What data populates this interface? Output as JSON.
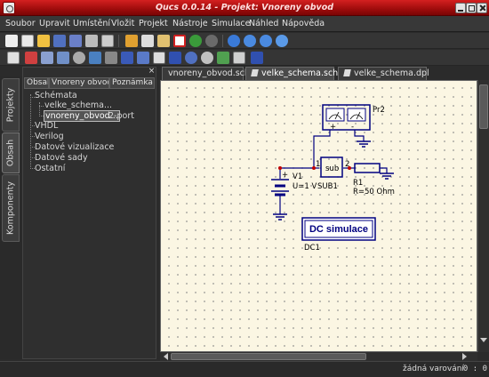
{
  "window": {
    "title": "Qucs 0.0.14 - Projekt: Vnoreny obvod"
  },
  "menu": [
    "Soubor",
    "Upravit",
    "Umístění",
    "Vložit",
    "Projekt",
    "Nástroje",
    "Simulace",
    "Náhled",
    "Nápověda"
  ],
  "toolbar_icons": [
    "new-document-icon",
    "new-text-icon",
    "open-icon",
    "save-icon",
    "save-all-icon",
    "close-icon",
    "print-icon",
    "cut-icon",
    "copy-icon",
    "paste-icon",
    "delete-icon",
    "undo-icon",
    "redo-icon",
    "zoom-fit-icon",
    "zoom-in-icon",
    "zoom-out-icon",
    "zoom-select-icon",
    "select-icon",
    "edit-activate-icon",
    "mirror-x-icon",
    "mirror-y-icon",
    "rotate-icon",
    "move-text-icon",
    "set-on-grid-icon",
    "wire-icon",
    "label-icon",
    "insert-equation-icon",
    "ground-icon",
    "port-icon",
    "simulate-icon",
    "display-dpl-icon",
    "enter-subcircuit-icon",
    "whats-this-icon"
  ],
  "side_tabs": [
    "Projekty",
    "Obsah",
    "Komponenty"
  ],
  "content_panel": {
    "columns": [
      "Obsah",
      "Vnoreny obvod",
      "Poznámka"
    ],
    "tree": [
      {
        "label": "Schémata",
        "level": 0
      },
      {
        "label": "velke_schema...",
        "level": 1
      },
      {
        "label": "vnoreny_obvod...",
        "level": 1,
        "note": "2-port",
        "selected": true
      },
      {
        "label": "VHDL",
        "level": 0
      },
      {
        "label": "Verilog",
        "level": 0
      },
      {
        "label": "Datové vizualizace",
        "level": 0
      },
      {
        "label": "Datové sady",
        "level": 0
      },
      {
        "label": "Ostatní",
        "level": 0
      }
    ]
  },
  "doc_tabs": [
    {
      "label": "vnoreny_obvod.sch",
      "active": false
    },
    {
      "label": "velke_schema.sch",
      "active": true
    },
    {
      "label": "velke_schema.dpl",
      "active": false
    }
  ],
  "schematic": {
    "probe": {
      "name": "Pr2",
      "pin_plus": "+",
      "pin_minus": "-"
    },
    "source": {
      "name": "V1",
      "value": "U=1 V",
      "pin_plus": "+"
    },
    "subcircuit": {
      "name": "SUB1",
      "label": "sub",
      "pin1": "1",
      "pin2": "2"
    },
    "resistor": {
      "name": "R1",
      "value": "R=50 Ohm"
    },
    "simulation": {
      "label": "DC simulace",
      "name": "DC1"
    }
  },
  "status": {
    "warnings": "žádná varování",
    "position": "0 : 0"
  },
  "colors": {
    "titlebar": "#b01010",
    "canvas_bg": "#fbf6e3",
    "wire": "#000080",
    "panel_bg": "#2f2f2f"
  }
}
